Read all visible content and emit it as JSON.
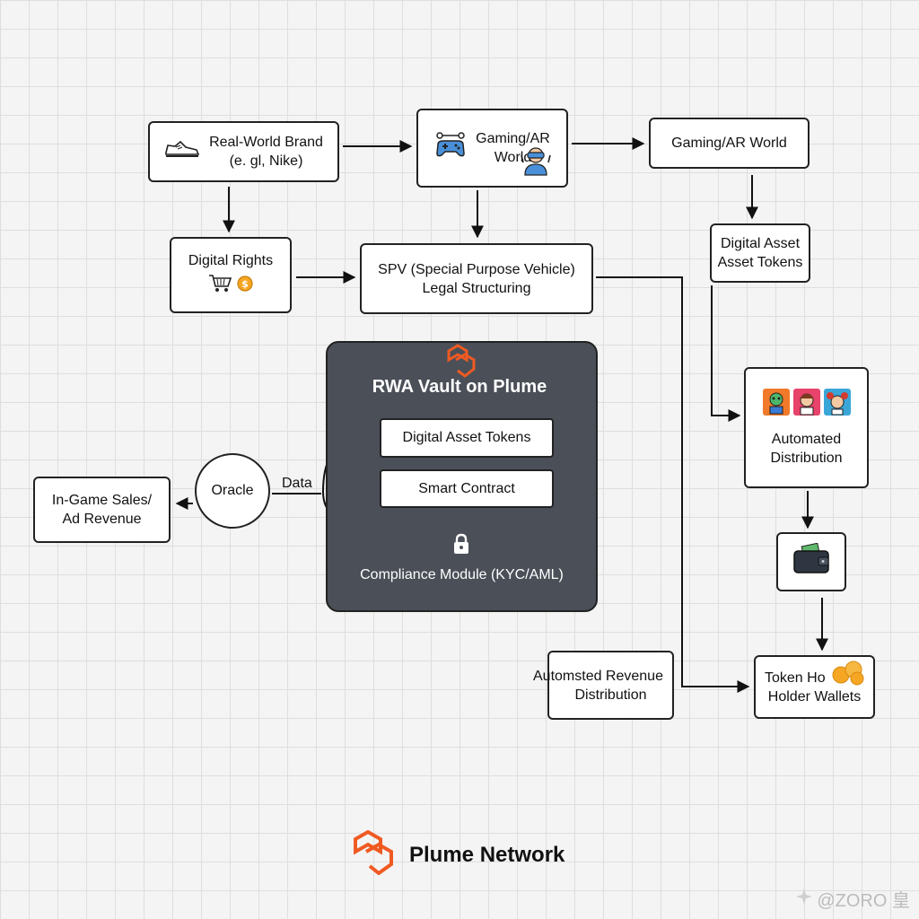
{
  "nodes": {
    "brand": "Real-World Brand\n(e.  gl, Nike)",
    "gaming_ar_1": "Gaming/AR\nWorld",
    "gaming_ar_2": "Gaming/AR World",
    "digital_rights": "Digital Rights",
    "spv": "SPV (Special Purpose Vehicle)\nLegal Structuring",
    "dat_tokens_right": "Digital Asset\nAsset Tokens",
    "vault_title": "RWA Vault on Plume",
    "vault_tokens": "Digital Asset Tokens",
    "smart_contract": "Smart Contract",
    "compliance": "Compliance Module\n(KYC/AML)",
    "oracle": "Oracle",
    "data_label": "Data",
    "in_game": "In-Game Sales/\nAd Revenue",
    "auto_distribution": "Automated\nDistribution",
    "auto_revenue": "Automsted Revenue\nDistribution",
    "token_holders": "Token Ho\nHolder Wallets"
  },
  "footer": {
    "brand": "Plume Network"
  },
  "watermark": "@ZORO 皇",
  "icons": {
    "sneaker": "sneaker-icon",
    "gamepad": "gamepad-icon",
    "vr_person": "vr-person-icon",
    "cart": "shopping-cart-icon",
    "coin": "coin-icon",
    "plume_logo": "plume-logo-icon",
    "lock": "lock-icon",
    "avatars": "nft-avatars-icon",
    "wallet": "wallet-icon",
    "coins": "coin-stack-icon"
  },
  "colors": {
    "accent": "#f05a22",
    "vault_bg": "#4a4f58"
  }
}
